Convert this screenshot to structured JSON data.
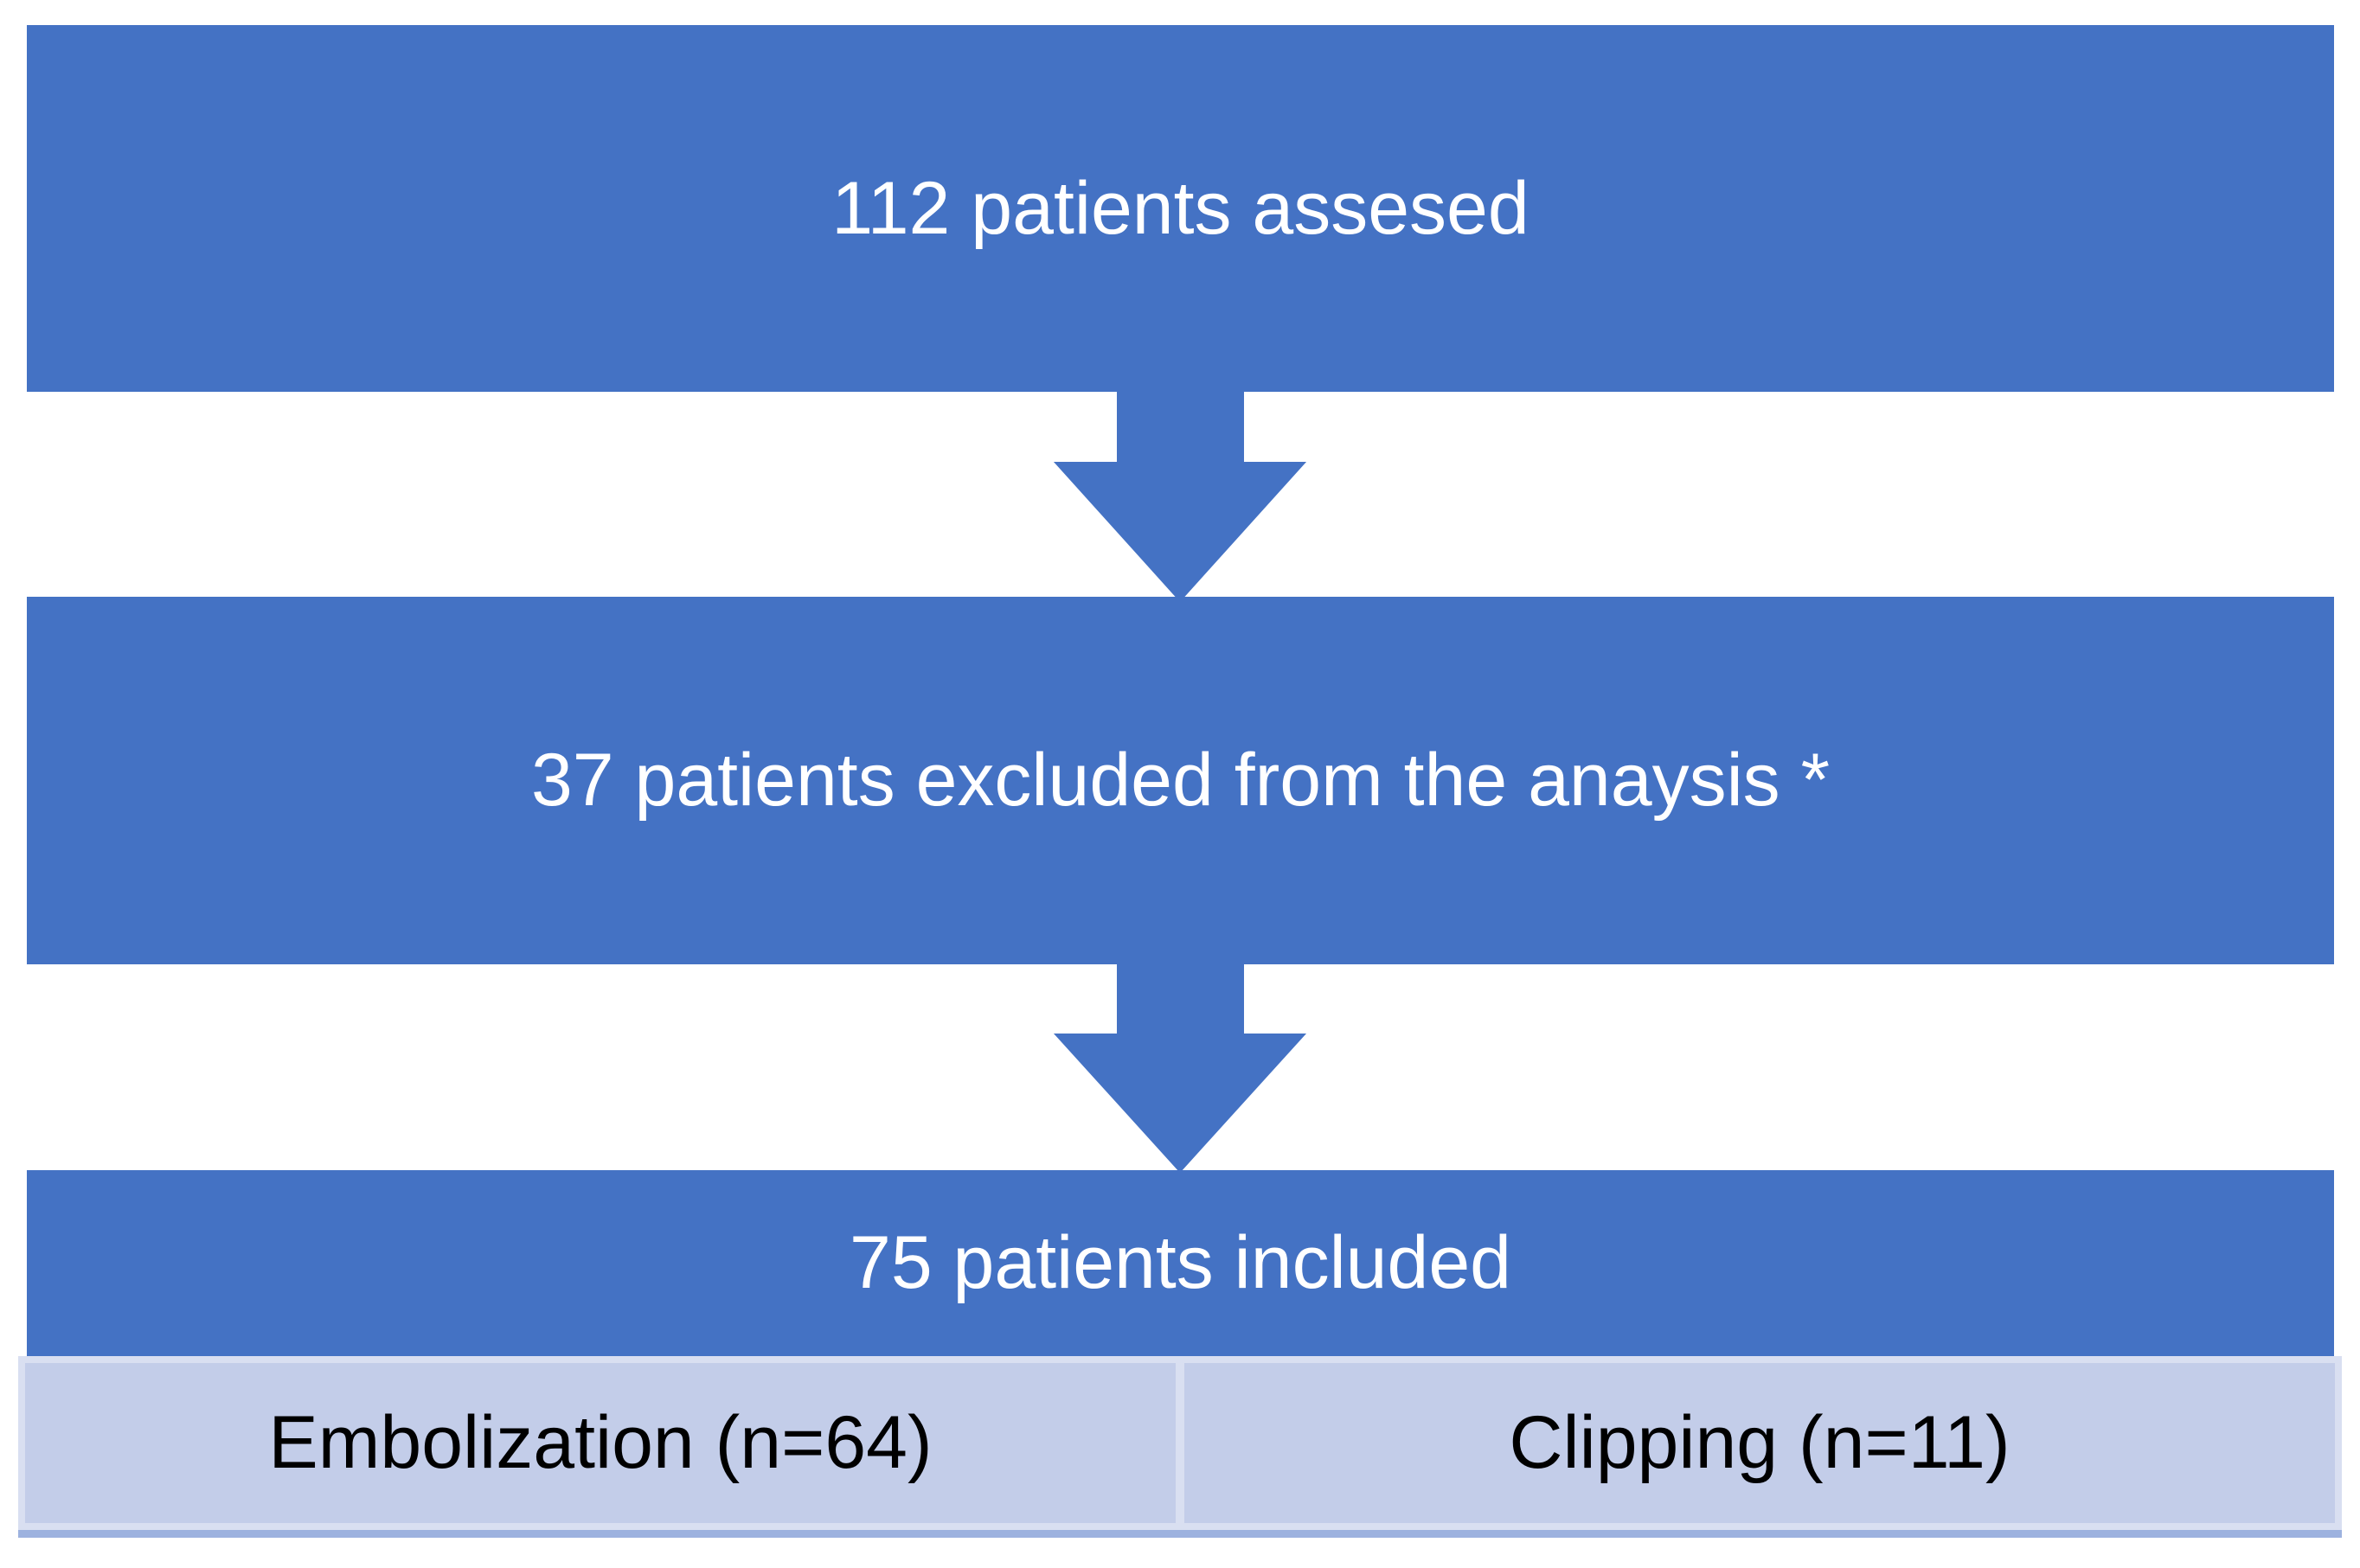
{
  "figure": {
    "type": "patient-flowchart",
    "boxes": [
      {
        "id": "assessed",
        "label": "112 patients assesed"
      },
      {
        "id": "excluded",
        "label": "37 patients excluded from the anaysis *"
      },
      {
        "id": "included",
        "label": "75 patients included"
      }
    ],
    "outcome_cells": [
      {
        "id": "embolization",
        "label": "Embolization (n=64)"
      },
      {
        "id": "clipping",
        "label": "Clipping (n=11)"
      }
    ],
    "colors": {
      "box_fill": "#4472C4",
      "box_text": "#FFFFFF",
      "arrow_fill": "#4472C4",
      "arrow_outline": "#FFFFFF",
      "cell_fill": "#C3CDE9",
      "cell_border_light": "#D9DFF1",
      "cell_border_bottom": "#9DB2DF",
      "cell_text": "#000000"
    }
  }
}
